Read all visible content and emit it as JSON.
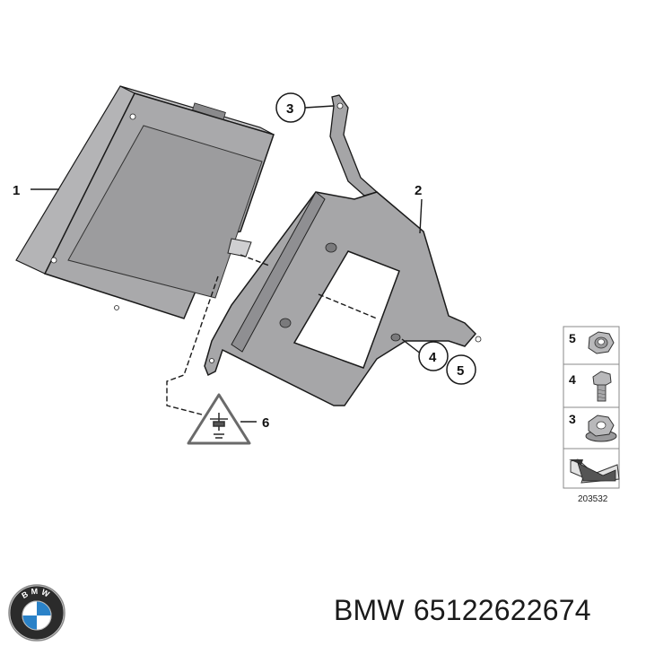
{
  "callouts": {
    "item1": "1",
    "item2": "2",
    "item3": "3",
    "item4": "4",
    "item5": "5",
    "item6": "6"
  },
  "legend": {
    "row_labels": [
      "5",
      "4",
      "3"
    ],
    "diagram_id": "203532"
  },
  "caption": {
    "brand": "BMW",
    "part_number": "65122622674"
  },
  "logo": {
    "letters": "BMW"
  },
  "colors": {
    "part_fill": "#a7a7a9",
    "part_dark": "#8f8f92",
    "outline": "#1a1a1a",
    "logo_blue": "#2a82c8"
  }
}
